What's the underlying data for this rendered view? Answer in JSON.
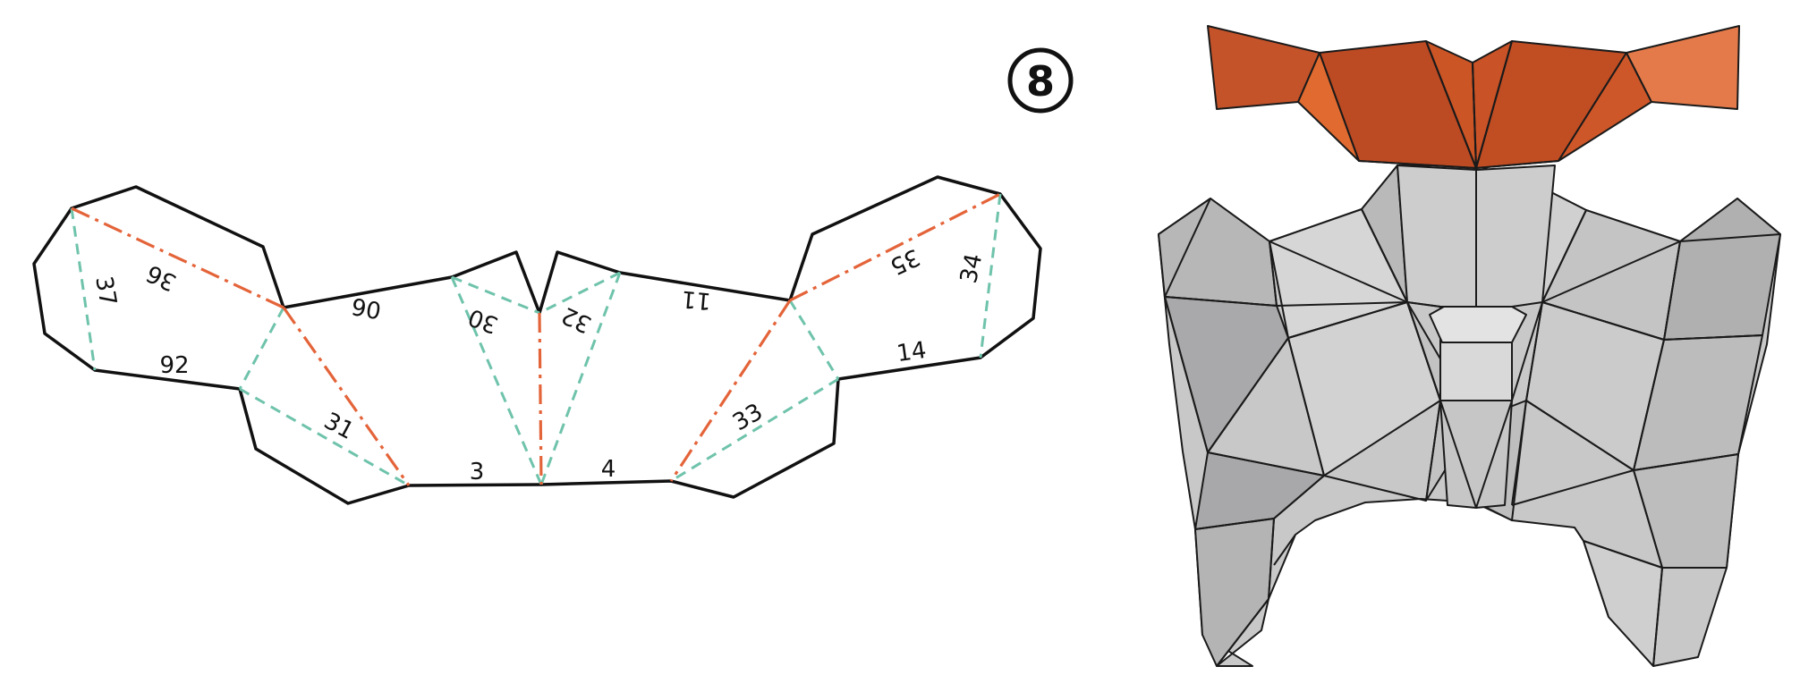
{
  "step": {
    "number": "8"
  },
  "net_labels": {
    "l37": "37",
    "l36": "36",
    "l92": "92",
    "l06": "06",
    "l30": "30",
    "l32": "32",
    "l11": "11",
    "l31": "31",
    "l3": "3",
    "l4": "4",
    "l33": "33",
    "l14": "14",
    "l35": "35",
    "l34": "34"
  },
  "colors": {
    "outline": "#111111",
    "valley_fold": "#6fc3ab",
    "mountain_fold": "#e4643a",
    "model_gray": "#c9c9c9",
    "model_highlight": "#c64b1f"
  }
}
